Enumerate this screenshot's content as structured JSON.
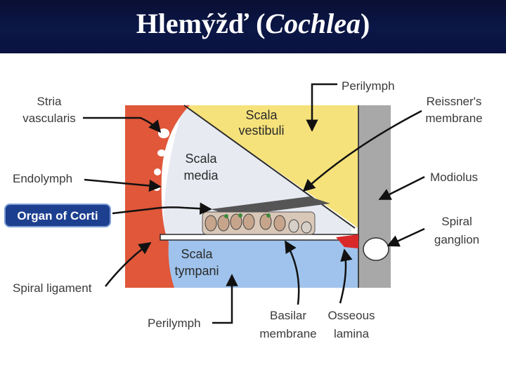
{
  "title": {
    "main": "Hlemýžď (",
    "italic": "Cochlea",
    "close": ")"
  },
  "labels": {
    "stria_1": "Stria",
    "stria_2": "vascularis",
    "perilymph_top": "Perilymph",
    "reissner_1": "Reissner's",
    "reissner_2": "membrane",
    "endolymph": "Endolymph",
    "modiolus": "Modiolus",
    "organ_of_corti": "Organ of Corti",
    "spiral_ganglion_1": "Spiral",
    "spiral_ganglion_2": "ganglion",
    "spiral_ligament": "Spiral ligament",
    "perilymph_bottom": "Perilymph",
    "basilar_1": "Basilar",
    "basilar_2": "membrane",
    "osseous_1": "Osseous",
    "osseous_2": "lamina"
  },
  "regions": {
    "vestibuli_1": "Scala",
    "vestibuli_2": "vestibuli",
    "media_1": "Scala",
    "media_2": "media",
    "tympani_1": "Scala",
    "tympani_2": "tympani"
  },
  "colors": {
    "title_bg": "#0b1747",
    "vestibuli": "#f6e27a",
    "media": "#e8eaf2",
    "tympani": "#9fc3ec",
    "ligament": "#e0573a",
    "modiolus": "#a8a8a8",
    "corti_badge": "#1d3f8f"
  }
}
